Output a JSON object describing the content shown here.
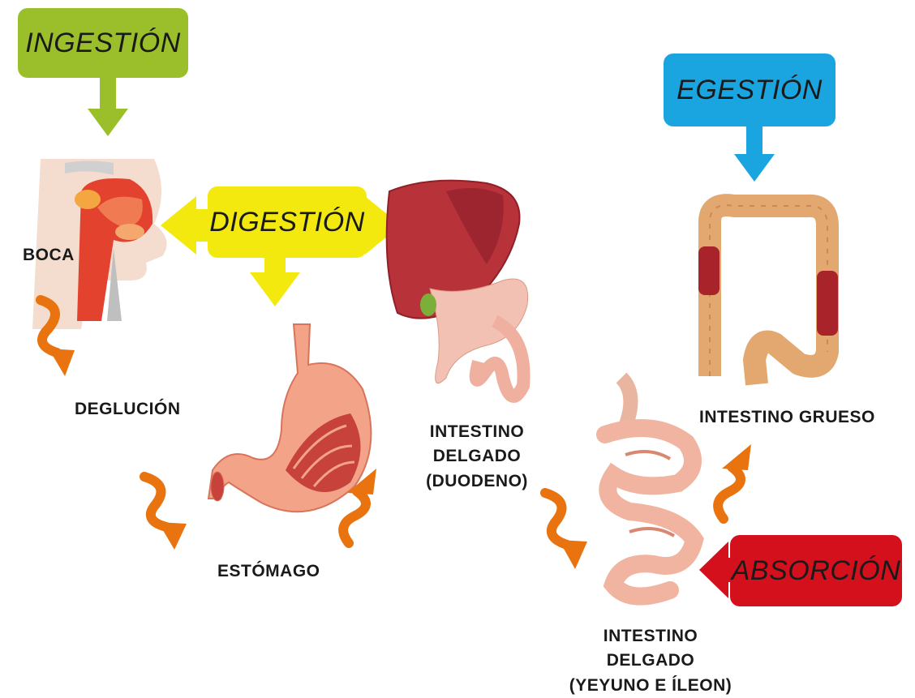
{
  "stages": {
    "ingestion": {
      "label": "INGESTIÓN",
      "color": "#9bbf2a"
    },
    "digestion": {
      "label": "DIGESTIÓN",
      "color": "#f4e90f"
    },
    "egestion": {
      "label": "EGESTIÓN",
      "color": "#1aa5e0"
    },
    "absorcion": {
      "label": "ABSORCIÓN",
      "color": "#d4101c"
    }
  },
  "organs": {
    "boca": "BOCA",
    "deglucion": "DEGLUCIÓN",
    "estomago": "ESTÓMAGO",
    "duodeno_line1": "INTESTINO DELGADO",
    "duodeno_line2": "(DUODENO)",
    "grueso": "INTESTINO GRUESO",
    "yeyuno_line1": "INTESTINO DELGADO",
    "yeyuno_line2": "(YEYUNO E ÍLEON)"
  },
  "flow_arrow_color": "#e8730f",
  "icons": [
    "mouth-illustration",
    "stomach-illustration",
    "liver-pancreas-illustration",
    "small-intestine-illustration",
    "large-intestine-illustration"
  ]
}
